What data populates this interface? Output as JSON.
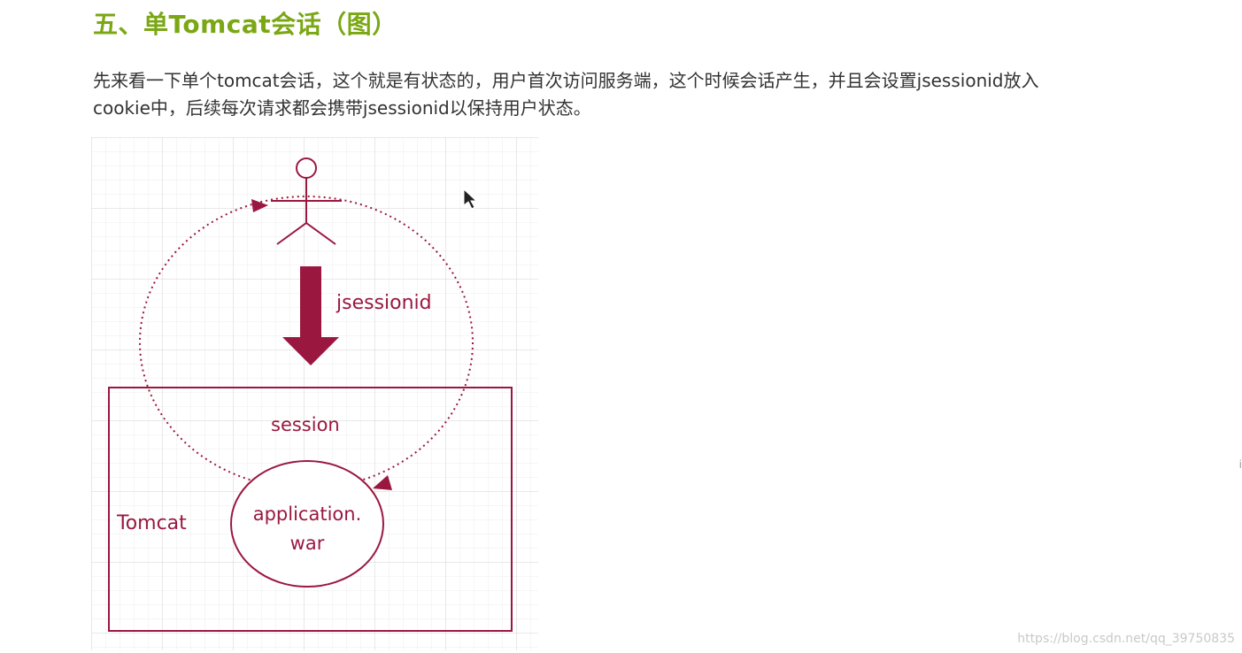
{
  "heading": "五、单Tomcat会话（图）",
  "paragraph": {
    "line1": "先来看一下单个tomcat会话，这个就是有状态的，用户首次访问服务端，这个时候会话产生，并且会设置jsessionid放入",
    "line2": "cookie中，后续每次请求都会携带jsessionid以保持用户状态。"
  },
  "diagram": {
    "arrow_label": "jsessionid",
    "session_label": "session",
    "container_label": "Tomcat",
    "app_label": "application.war",
    "app_label_line1": "application.",
    "app_label_line2": "war",
    "accent_color": "#9a1840",
    "icons": [
      "user-actor-icon",
      "cursor-icon"
    ]
  },
  "watermark": "https://blog.csdn.net/qq_39750835"
}
